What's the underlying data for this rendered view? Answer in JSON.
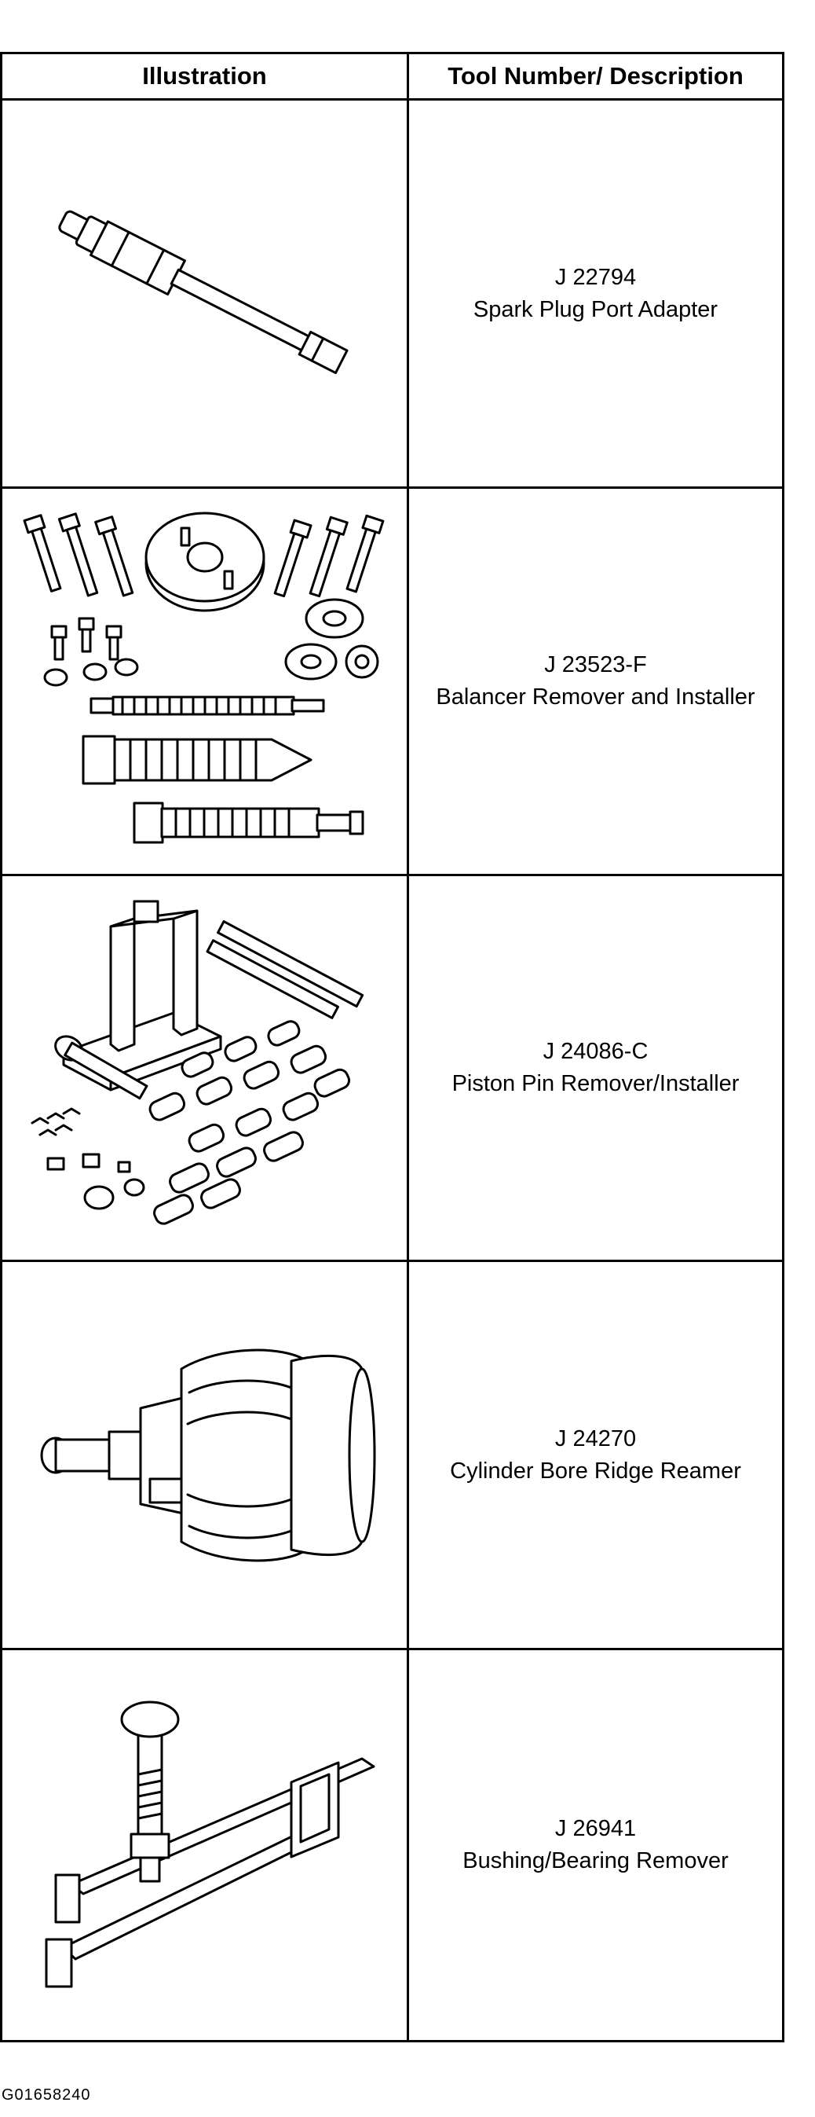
{
  "table": {
    "header_illustration": "Illustration",
    "header_description": "Tool Number/ Description",
    "rows": [
      {
        "icon": "spark-plug-port-adapter-icon",
        "number": "J 22794",
        "description": "Spark Plug Port Adapter"
      },
      {
        "icon": "balancer-remover-installer-icon",
        "number": "J 23523-F",
        "description": "Balancer Remover and Installer"
      },
      {
        "icon": "piston-pin-remover-installer-icon",
        "number": "J 24086-C",
        "description": "Piston Pin Remover/Installer"
      },
      {
        "icon": "cylinder-bore-ridge-reamer-icon",
        "number": "J 24270",
        "description": "Cylinder Bore Ridge Reamer"
      },
      {
        "icon": "bushing-bearing-remover-icon",
        "number": "J 26941",
        "description": "Bushing/Bearing Remover"
      }
    ]
  },
  "figure_id": "G01658240"
}
